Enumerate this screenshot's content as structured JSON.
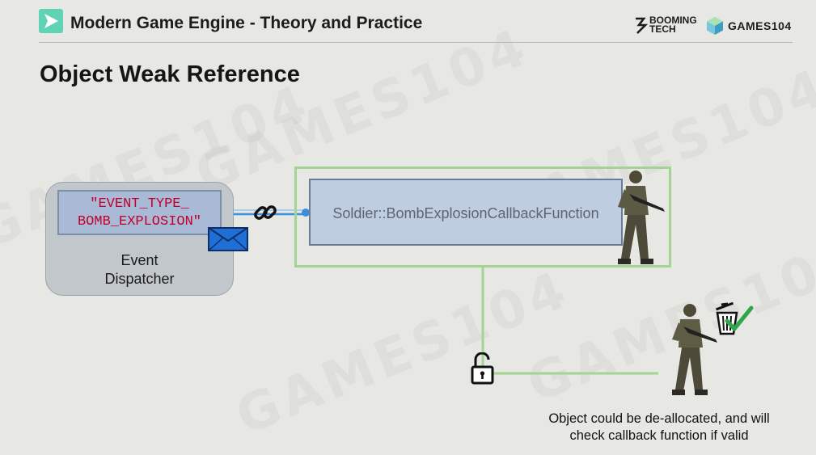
{
  "header": {
    "deck_title": "Modern Game Engine - Theory and Practice",
    "brand_booming_line1": "BOOMING",
    "brand_booming_line2": "TECH",
    "brand_games": "GAMES104"
  },
  "slide": {
    "title": "Object Weak Reference"
  },
  "diagram": {
    "event_type_line1": "\"EVENT_TYPE_",
    "event_type_line2": "BOMB_EXPLOSION\"",
    "dispatcher_line1": "Event",
    "dispatcher_line2": "Dispatcher",
    "callback_label": "Soldier::BombExplosionCallbackFunction",
    "caption_line1": "Object could be de-allocated, and will",
    "caption_line2": "check callback function if valid"
  },
  "watermark": "GAMES104",
  "icons": [
    "logo-icon",
    "booming-tech-logo",
    "games104-logo",
    "envelope-icon",
    "link-icon",
    "unlocked-padlock-icon",
    "soldier-figure",
    "trash-bin-icon",
    "checkmark-icon"
  ],
  "colors": {
    "background": "#e7e7e3",
    "logo_accent": "#5fd3b4",
    "event_text": "#c3002a",
    "frame_green": "#a3d493",
    "connector_blue": "#3a8fd8",
    "envelope_blue": "#1f6fd6",
    "check_green": "#2ea84a"
  }
}
